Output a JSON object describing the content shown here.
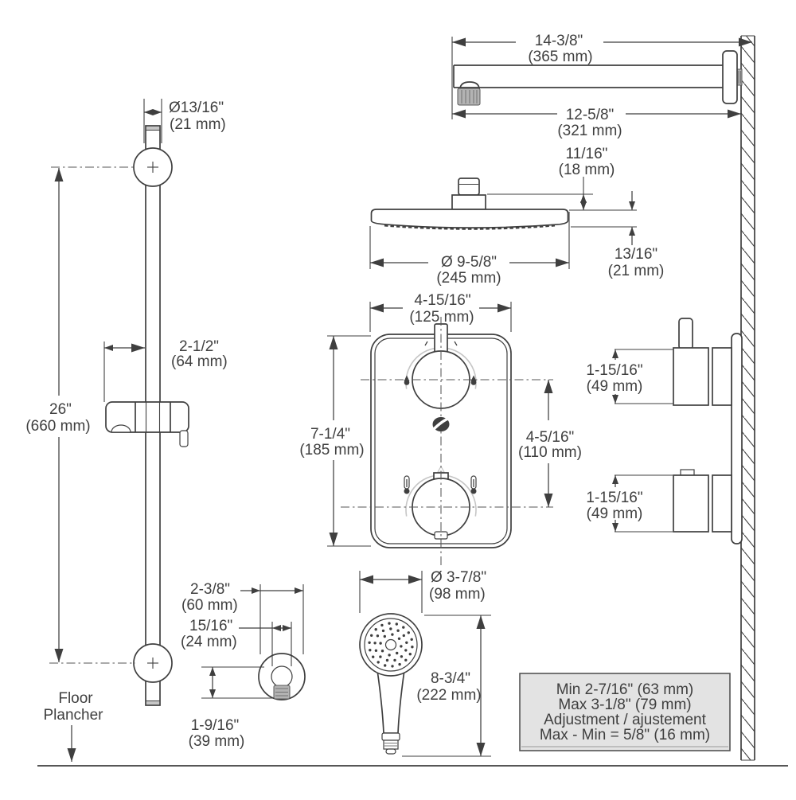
{
  "colors": {
    "line": "#3f3f3f",
    "light": "#c6c6c6",
    "note_fill": "#e3e3e3",
    "thread_fill": "#b3b3b3",
    "background": "#ffffff"
  },
  "slide_bar": {
    "diameter_in": "Ø13/16\"",
    "diameter_mm": "(21 mm)",
    "height_in": "26\"",
    "height_mm": "(660 mm)",
    "bracket_offset_in": "2-1/2\"",
    "bracket_offset_mm": "(64 mm)",
    "floor_label_en": "Floor",
    "floor_label_fr": "Plancher"
  },
  "shower_arm": {
    "total_length_in": "14-3/8\"",
    "total_length_mm": "(365 mm)",
    "exposed_length_in": "12-5/8\"",
    "exposed_length_mm": "(321 mm)"
  },
  "shower_head": {
    "connector_height_in": "11/16\"",
    "connector_height_mm": "(18 mm)",
    "thickness_in": "13/16\"",
    "thickness_mm": "(21 mm)",
    "diameter_in": "Ø 9-5/8\"",
    "diameter_mm": "(245 mm)"
  },
  "valve": {
    "width_in": "4-15/16\"",
    "width_mm": "(125 mm)",
    "height_in": "7-1/4\"",
    "height_mm": "(185 mm)",
    "handle_spacing_in": "4-5/16\"",
    "handle_spacing_mm": "(110 mm)",
    "top_knob_depth_in": "1-15/16\"",
    "top_knob_depth_mm": "(49 mm)",
    "bottom_knob_depth_in": "1-15/16\"",
    "bottom_knob_depth_mm": "(49 mm)"
  },
  "supply_elbow": {
    "flange_diameter_in": "2-3/8\"",
    "flange_diameter_mm": "(60 mm)",
    "outlet_diameter_in": "15/16\"",
    "outlet_diameter_mm": "(24 mm)",
    "drop_in": "1-9/16\"",
    "drop_mm": "(39 mm)"
  },
  "handshower": {
    "diameter_in": "Ø 3-7/8\"",
    "diameter_mm": "(98 mm)",
    "length_in": "8-3/4\"",
    "length_mm": "(222 mm)"
  },
  "note_box": {
    "line1": "Min 2-7/16\" (63 mm)",
    "line2": "Max 3-1/8\" (79 mm)",
    "line3": "Adjustment / ajustement",
    "line4": "Max - Min = 5/8\" (16 mm)"
  }
}
